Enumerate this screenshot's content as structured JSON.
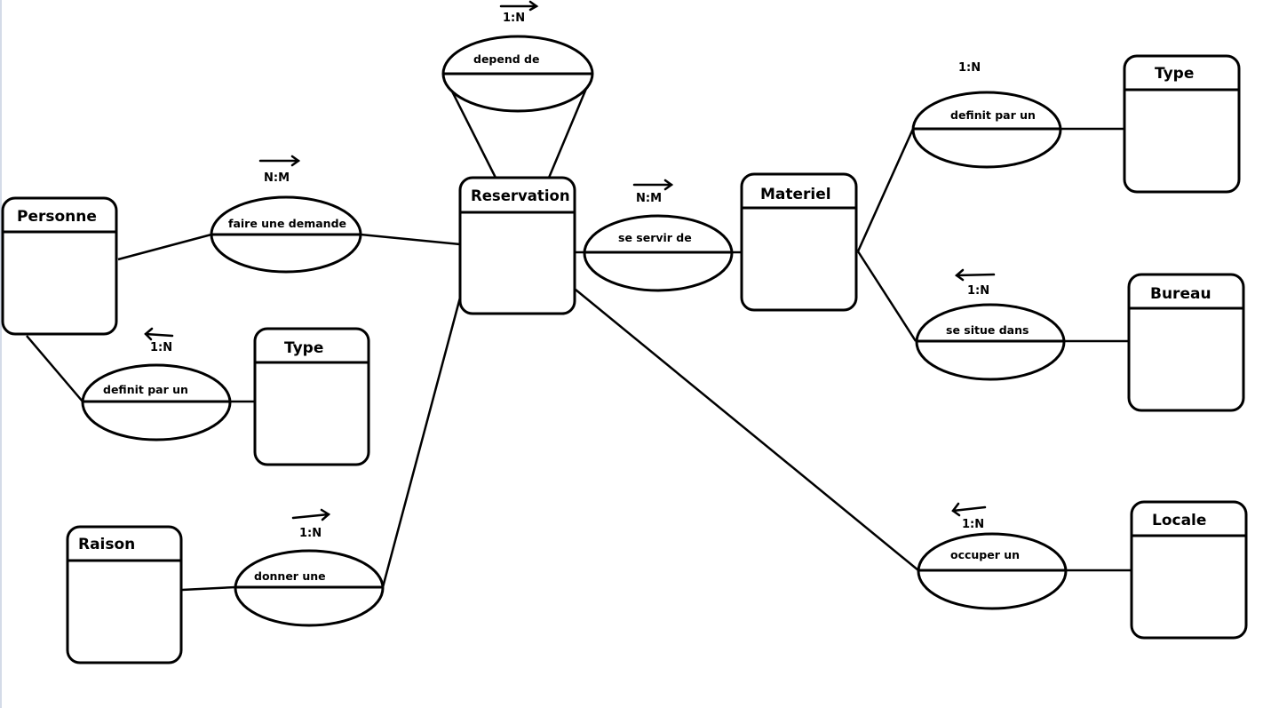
{
  "diagram": {
    "type": "entity-relationship",
    "entities": [
      {
        "id": "personne",
        "name": "Personne"
      },
      {
        "id": "type_left",
        "name": "Type"
      },
      {
        "id": "raison",
        "name": "Raison"
      },
      {
        "id": "reservation",
        "name": "Reservation"
      },
      {
        "id": "materiel",
        "name": "Materiel"
      },
      {
        "id": "type_right",
        "name": "Type"
      },
      {
        "id": "bureau",
        "name": "Bureau"
      },
      {
        "id": "locale",
        "name": "Locale"
      }
    ],
    "relationships": [
      {
        "id": "depend_de",
        "label": "depend de",
        "cardinality": "1:N",
        "arrow": "right",
        "from": "reservation",
        "to": "reservation"
      },
      {
        "id": "faire_une_demande",
        "label": "faire une demande",
        "cardinality": "N:M",
        "arrow": "right",
        "from": "personne",
        "to": "reservation"
      },
      {
        "id": "definit_par_un_left",
        "label": "definit par un",
        "cardinality": "1:N",
        "arrow": "left",
        "from": "personne",
        "to": "type_left"
      },
      {
        "id": "donner_une",
        "label": "donner une",
        "cardinality": "1:N",
        "arrow": "right",
        "from": "raison",
        "to": "reservation"
      },
      {
        "id": "se_servir_de",
        "label": "se servir de",
        "cardinality": "N:M",
        "arrow": "right",
        "from": "reservation",
        "to": "materiel"
      },
      {
        "id": "definit_par_un_right",
        "label": "definit par un",
        "cardinality": "1:N",
        "arrow": "none",
        "from": "materiel",
        "to": "type_right"
      },
      {
        "id": "se_situe_dans",
        "label": "se situe dans",
        "cardinality": "1:N",
        "arrow": "left",
        "from": "materiel",
        "to": "bureau"
      },
      {
        "id": "occuper_un",
        "label": "occuper un",
        "cardinality": "1:N",
        "arrow": "left",
        "from": "reservation",
        "to": "locale"
      }
    ]
  }
}
